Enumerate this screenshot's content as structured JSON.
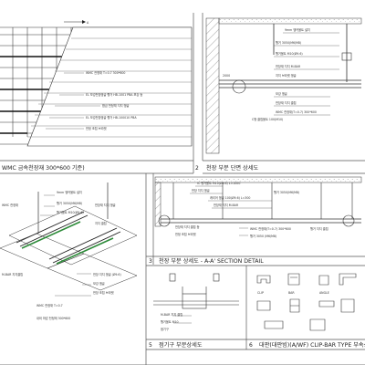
{
  "panels": [
    {
      "number": "",
      "title": "WMC 금속천장재 300*600 기준)"
    },
    {
      "number": "2",
      "title": "천장 부분 단면 상세도"
    },
    {
      "number": "3",
      "title": "천장 부분 상세도 - A-A' SECTION DETAIL"
    },
    {
      "number": "5",
      "title": "점기구 부분상세도"
    },
    {
      "number": "6",
      "title": "대판(대판빔)(A/WF) CLIP-BAR TYPE 부속상세도"
    }
  ],
  "section_marker": "A",
  "plan_callouts": [
    "WMC 전청재 T=0.7 300*600",
    "EL 보강천장앵글 행거 HB-1001 PBA 보강 등",
    "합금 천정재 지지 앵글",
    "EL 보강천장앵글 행거 HB-100010 PBA",
    "천정 조립 브라켓"
  ],
  "detail2_callouts": [
    "9mm 앵커볼트 설치",
    "행거 3050(M6/M8)",
    "행거볼트 M10(Ø9.6)",
    "천장재 지지 M-BAR",
    "지지 브라켓 앵글",
    "2000",
    "보강 앵글",
    "천장재 지지 클립",
    "WMC 천정재(T=0.7) 300*600",
    "C형 클립볼트 100(M10)"
  ],
  "detail3_callouts": [
    "IC 행거볼트 M10(Ø9.6) L=1000",
    "천장 지지 앵글",
    "행거 3050(M6/M8)",
    "캐리어 앵글 100(Ø9.6) L=300",
    "천장재 지지 M-BAR",
    "천장재 지지 클립 등",
    "WMC 천정재(T=0.7) 300*600",
    "행거 3050 (M6/M8)",
    "천정 조립 브라켓",
    "행거 지지 클립"
  ],
  "detail4_callouts": [
    "9mm 앵커볼트 설치",
    "행거 3050(M6/M8)",
    "행거볼트 M10(Ø9.6)",
    "WMC 천정재",
    "천장재 지지 앵글",
    "지지 클립",
    "M-BAR 지지클립",
    "천장 지지 앵글 (Ø9.6)",
    "보강 앵글",
    "천장 조립 브라켓",
    "WMC 천정재 T=0.7",
    "내외 마감 천정재 300*600"
  ],
  "detail5_callouts": [
    "M-BAR 지지 클립",
    "행거볼트 M10",
    "점기구"
  ],
  "detail6_callouts": [
    "CLIP",
    "BAR",
    "ANGLE"
  ],
  "colors": {
    "line": "#333333",
    "light_line": "#9a9a9a",
    "highlight": "#2e8b3a",
    "hatch": "#666666",
    "paper": "#ffffff"
  }
}
